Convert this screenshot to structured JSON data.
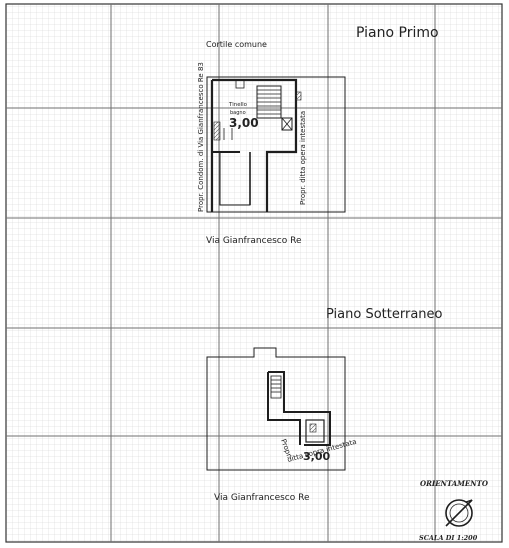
{
  "sheet": {
    "upper_title": "Piano Primo",
    "lower_title": "Piano Sotterraneo",
    "courtyard_label": "Cortile comune",
    "street_upper": "Via  Gianfrancesco  Re",
    "street_lower": "Via  Gianfrancesco  Re",
    "neighbor_left": "Propr. Condom. di  Via  Gianfrancesco  Re  83",
    "neighbor_right": "Propr. ditta  opera  intestata",
    "room_label": "Tinello",
    "room_sub": "bagno",
    "height_upper": "3,00",
    "height_lower": "3,00",
    "lower_neighbor_1": "Propr.",
    "lower_neighbor_2": "ditta  sopra  intestata",
    "orientation_label": "ORIENTAMENTO",
    "scale_label": "SCALA DI 1:200",
    "colors": {
      "grid_fine": "#c9c9c9",
      "grid_major": "#7a7a7a",
      "ink": "#1e1e1e"
    }
  }
}
